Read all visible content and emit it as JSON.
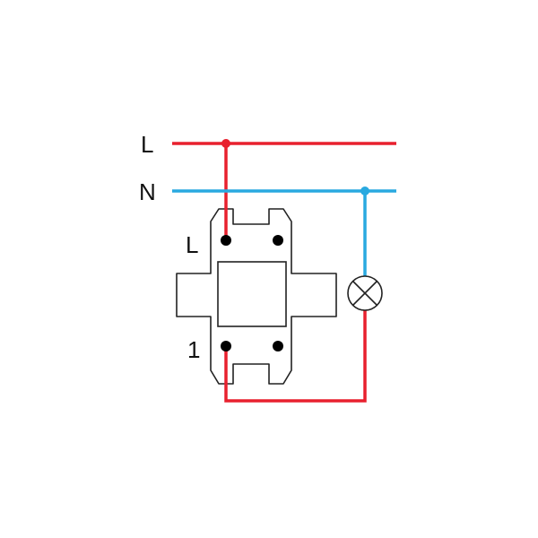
{
  "labels": {
    "line": "L",
    "neutral": "N",
    "terminal_l": "L",
    "terminal_1": "1"
  },
  "colors": {
    "line_wire": "#e8202e",
    "neutral_wire": "#29a9e0",
    "outline": "#222222",
    "terminal": "#000000"
  },
  "components": {
    "switch": "single-pole-switch",
    "lamp": "lamp-icon"
  }
}
